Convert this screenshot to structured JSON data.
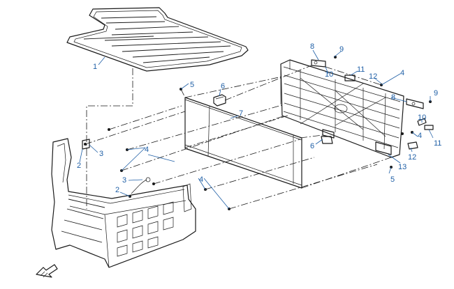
{
  "diagram": {
    "callouts": {
      "c1": "1",
      "c2a": "2",
      "c2b": "2",
      "c3a": "3",
      "c3b": "3",
      "c4a": "4",
      "c4b": "4",
      "c4c": "4",
      "c4d": "4",
      "c5a": "5",
      "c5b": "5",
      "c6a": "6",
      "c6b": "6",
      "c7": "7",
      "c8a": "8",
      "c8b": "8",
      "c9a": "9",
      "c9b": "9",
      "c10a": "10",
      "c10b": "10",
      "c11a": "11",
      "c11b": "11",
      "c12a": "12",
      "c12b": "12",
      "c13": "13"
    },
    "colors": {
      "line": "#1a1a1a",
      "callout": "#1f5fa6"
    },
    "icons": {
      "orientation": "front-direction-arrow-icon"
    }
  }
}
